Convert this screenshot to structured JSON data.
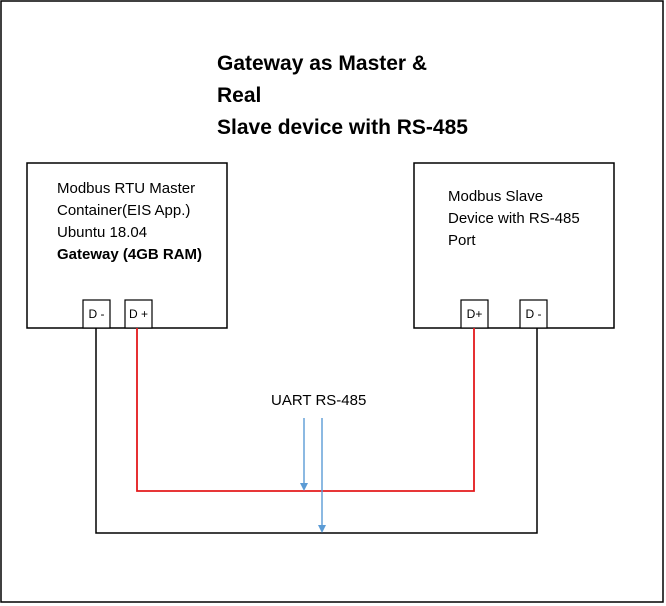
{
  "title": {
    "line1": "Gateway as Master & Real",
    "line2": "Slave device with RS-485"
  },
  "master_box": {
    "line1": "Modbus RTU Master",
    "line2": "Container(EIS App.)",
    "line3": "Ubuntu 18.04",
    "line4": "Gateway (4GB RAM)",
    "terminal_left": "D -",
    "terminal_right": "D +"
  },
  "slave_box": {
    "line1": "Modbus Slave",
    "line2": "Device with RS-485",
    "line3": "Port",
    "terminal_left": "D+",
    "terminal_right": "D -"
  },
  "bus_label": "UART RS-485",
  "colors": {
    "dplus_wire": "#e41a1c",
    "dminus_wire": "#000000",
    "arrow": "#5b9bd5",
    "stroke": "#000000"
  }
}
